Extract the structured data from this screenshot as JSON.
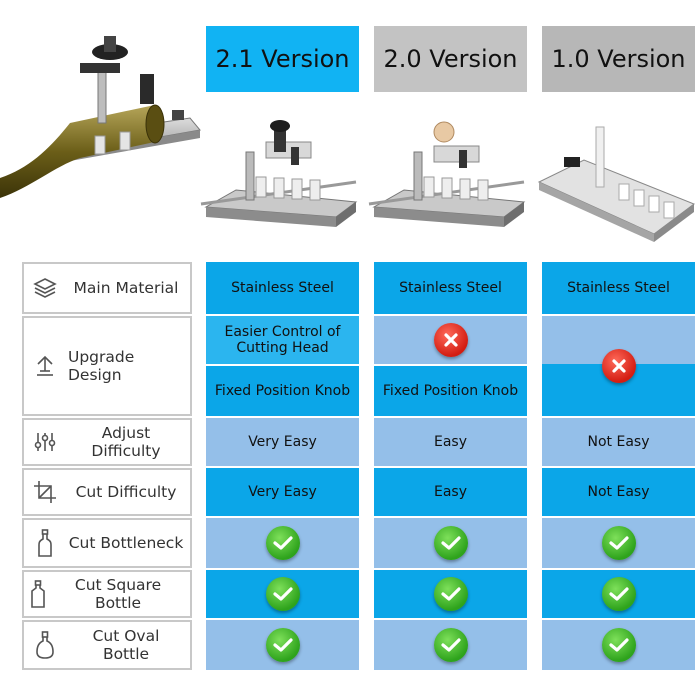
{
  "colors": {
    "v21": "#2bb5ef",
    "v21_alt": "#0ba6e8",
    "v20": "#94bfe9",
    "v20_alt": "#0ba6e8",
    "v10": "#9bc3ea",
    "v10_alt": "#0ba6e8",
    "header_v21": "#11b3f3",
    "header_v20": "#c3c3c3",
    "header_v10": "#b7b7b7",
    "label_border": "#c8c8c8",
    "check": "#3cba28",
    "cross": "#e0281c"
  },
  "headers": {
    "v21": "2.1 Version",
    "v20": "2.0 Version",
    "v10": "1.0 Version"
  },
  "rows": {
    "material": {
      "label": "Main Material",
      "icon": "layers-icon",
      "v21": "Stainless Steel",
      "v20": "Stainless Steel",
      "v10": "Stainless Steel"
    },
    "upgrade": {
      "label": "Upgrade Design",
      "icon": "upload-icon",
      "v21_a": "Easier Control of Cutting Head",
      "v21_b": "Fixed Position Knob",
      "v20_a": "cross",
      "v20_b": "Fixed Position Knob",
      "v10": "cross"
    },
    "adjust": {
      "label": "Adjust Difficulty",
      "icon": "sliders-icon",
      "v21": "Very Easy",
      "v20": "Easy",
      "v10": "Not Easy"
    },
    "cut": {
      "label": "Cut Difficulty",
      "icon": "crop-icon",
      "v21": "Very Easy",
      "v20": "Easy",
      "v10": "Not Easy"
    },
    "bottleneck": {
      "label": "Cut Bottleneck",
      "icon": "bottle-icon",
      "v21": "check",
      "v20": "check",
      "v10": "check"
    },
    "square": {
      "label": "Cut Square Bottle",
      "icon": "square-bottle-icon",
      "v21": "check",
      "v20": "check",
      "v10": "check"
    },
    "oval": {
      "label": "Cut Oval Bottle",
      "icon": "oval-bottle-icon",
      "v21": "check",
      "v20": "check",
      "v10": "check"
    }
  }
}
